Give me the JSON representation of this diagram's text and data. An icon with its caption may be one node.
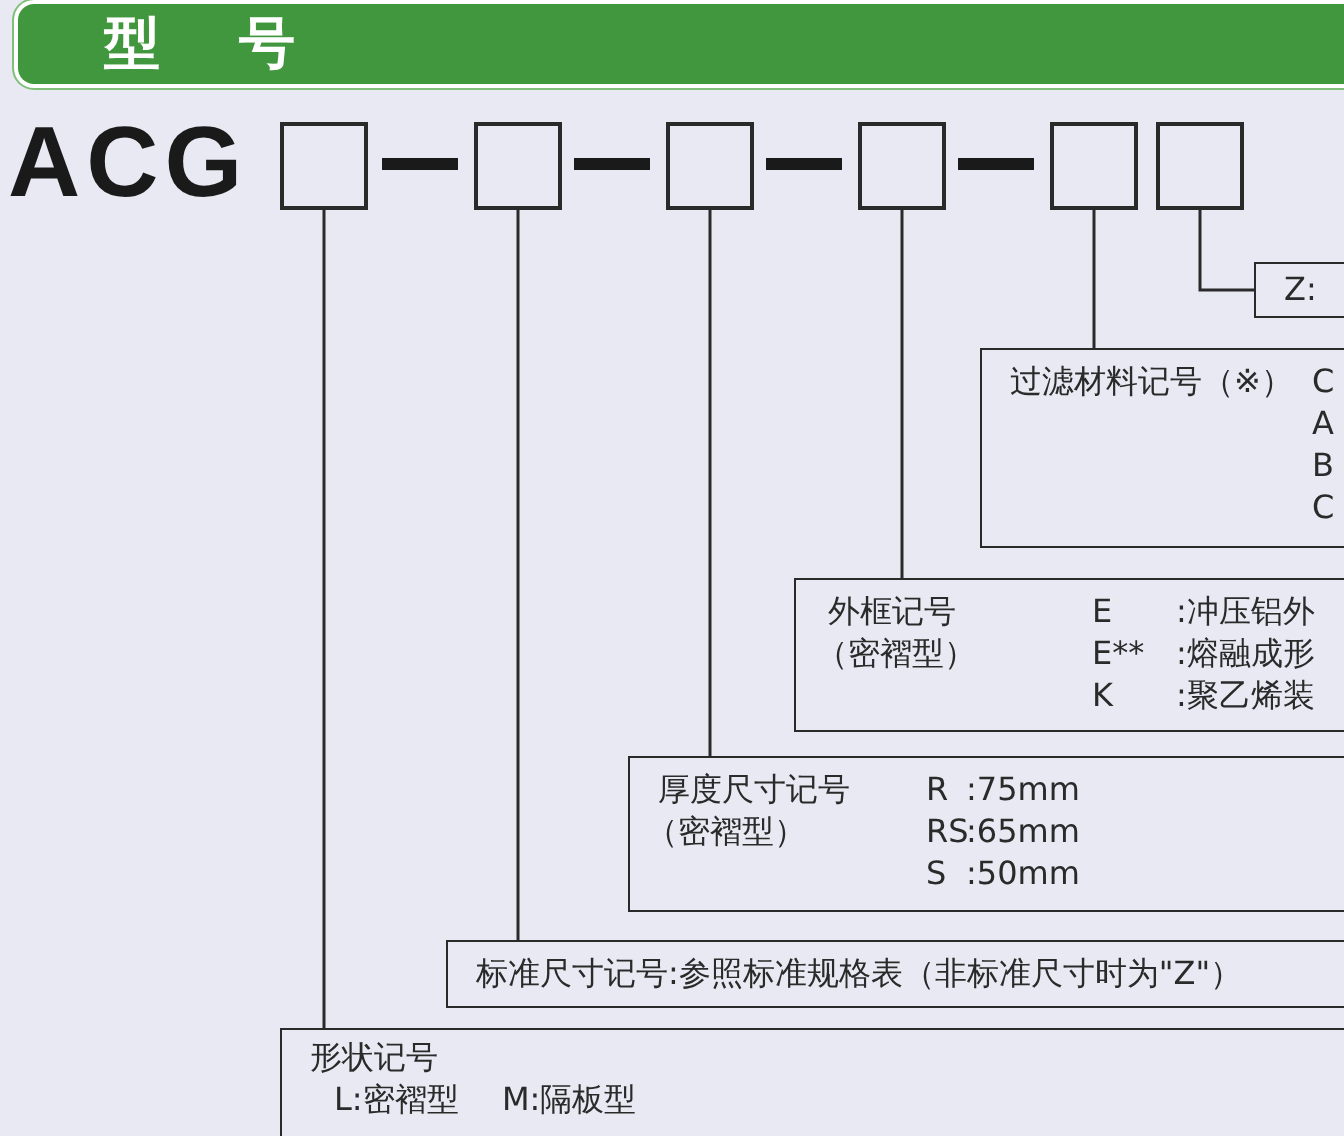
{
  "diagram": {
    "title": "型 号",
    "nodes": [
      {
        "text": [],
        "shape": "box"
      },
      {
        "text": [],
        "shape": "box"
      },
      {
        "text": [],
        "shape": "box"
      },
      {
        "text": [],
        "shape": "box"
      },
      {
        "text": [],
        "shape": "box"
      },
      {
        "text": [],
        "shape": "box"
      },
      {
        "text": [
          "Z:"
        ]
      },
      {
        "text": [
          "过滤材料记号（※）",
          "C",
          "A",
          "B",
          "C"
        ]
      },
      {
        "text": [
          "外框记号",
          "（密褶型）",
          "E",
          ":冲压铝外",
          "E**",
          ":熔融成形",
          "K",
          ":聚乙烯装"
        ]
      },
      {
        "text": [
          "厚度尺寸记号",
          "（密褶型）",
          "R",
          ":75mm",
          "RS",
          ":65mm",
          "S",
          ":50mm"
        ]
      },
      {
        "text": [
          "标准尺寸记号:参照标准规格表（非标准尺寸时为\"Z\"）"
        ]
      },
      {
        "text": [
          "形状记号",
          "L:密褶型",
          "M:隔板型"
        ]
      }
    ],
    "edges": [
      {
        "from": 5,
        "to": 6,
        "arrow": "none"
      },
      {
        "from": 4,
        "to": 7,
        "arrow": "none"
      },
      {
        "from": 3,
        "to": 8,
        "arrow": "none"
      },
      {
        "from": 2,
        "to": 9,
        "arrow": "none"
      },
      {
        "from": 1,
        "to": 10,
        "arrow": "none"
      },
      {
        "from": 0,
        "to": 11,
        "arrow": "none"
      }
    ],
    "labels": [
      "ACG"
    ]
  }
}
